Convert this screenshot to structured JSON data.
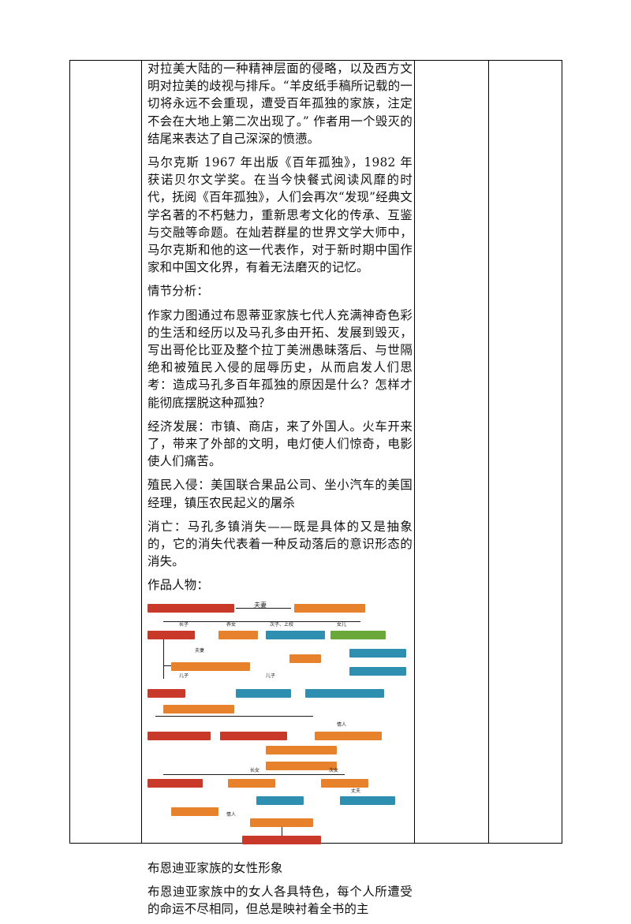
{
  "paragraphs": [
    "对拉美大陆的一种精神层面的侵略，以及西方文明对拉美的歧视与排斥。“羊皮纸手稿所记载的一切将永远不会重现，遭受百年孤独的家族，注定不会在大地上第二次出现了。” 作者用一个毁灭的结尾来表达了自己深深的愤懑。",
    "马尔克斯 1967 年出版《百年孤独》，1982 年获诺贝尔文学奖。在当今快餐式阅读风靡的时代，抚阅《百年孤独》，人们会再次“发现”经典文学名著的不朽魅力，重新思考文化的传承、互鉴与交融等命题。在灿若群星的世界文学大师中，马尔克斯和他的这一代表作，对于新时期中国作家和中国文化界，有着无法磨灭的记忆。",
    "情节分析：",
    "作家力图通过布恩蒂亚家族七代人充满神奇色彩的生活和经历以及马孔多由开拓、发展到毁灭，写出哥伦比亚及整个拉丁美洲愚昧落后、与世隔绝和被殖民入侵的屈辱历史，从而启发人们思考：造成马孔多百年孤独的原因是什么？怎样才能彻底摆脱这种孤独？",
    "经济发展：市镇、商店，来了外国人。火车开来了，带来了外部的文明，电灯使人们惊奇，电影使人们痛苦。",
    "殖民入侵：美国联合果品公司、坐小汽车的美国经理，镇压农民起义的屠杀",
    "消亡：马孔多镇消失——既是具体的又是抽象的，它的消失代表着一种反动落后的意识形态的消失。",
    "作品人物："
  ],
  "after_figure": [
    "布恩迪亚家族的女性形象",
    "布恩迪亚家族中的女人各具特色，每个人所遭受的命运不尽相同，但总是映衬着全书的主"
  ],
  "tree": {
    "top_label": "夫妻",
    "labels": {
      "elder_son": "长子",
      "daughter_adopted": "养女",
      "second_son": "次子、上校",
      "daughter": "女儿",
      "eldest_daughter": "长女",
      "second_daughter": "次女",
      "son": "儿子",
      "nephew": "儿子",
      "wife": "夫妻",
      "lover": "情人",
      "husband": "丈夫",
      "partner": "情人"
    }
  },
  "colors": {
    "red": "#c9392a",
    "orange": "#e8812c",
    "teal": "#2e8fb0",
    "green": "#6aa83a"
  }
}
